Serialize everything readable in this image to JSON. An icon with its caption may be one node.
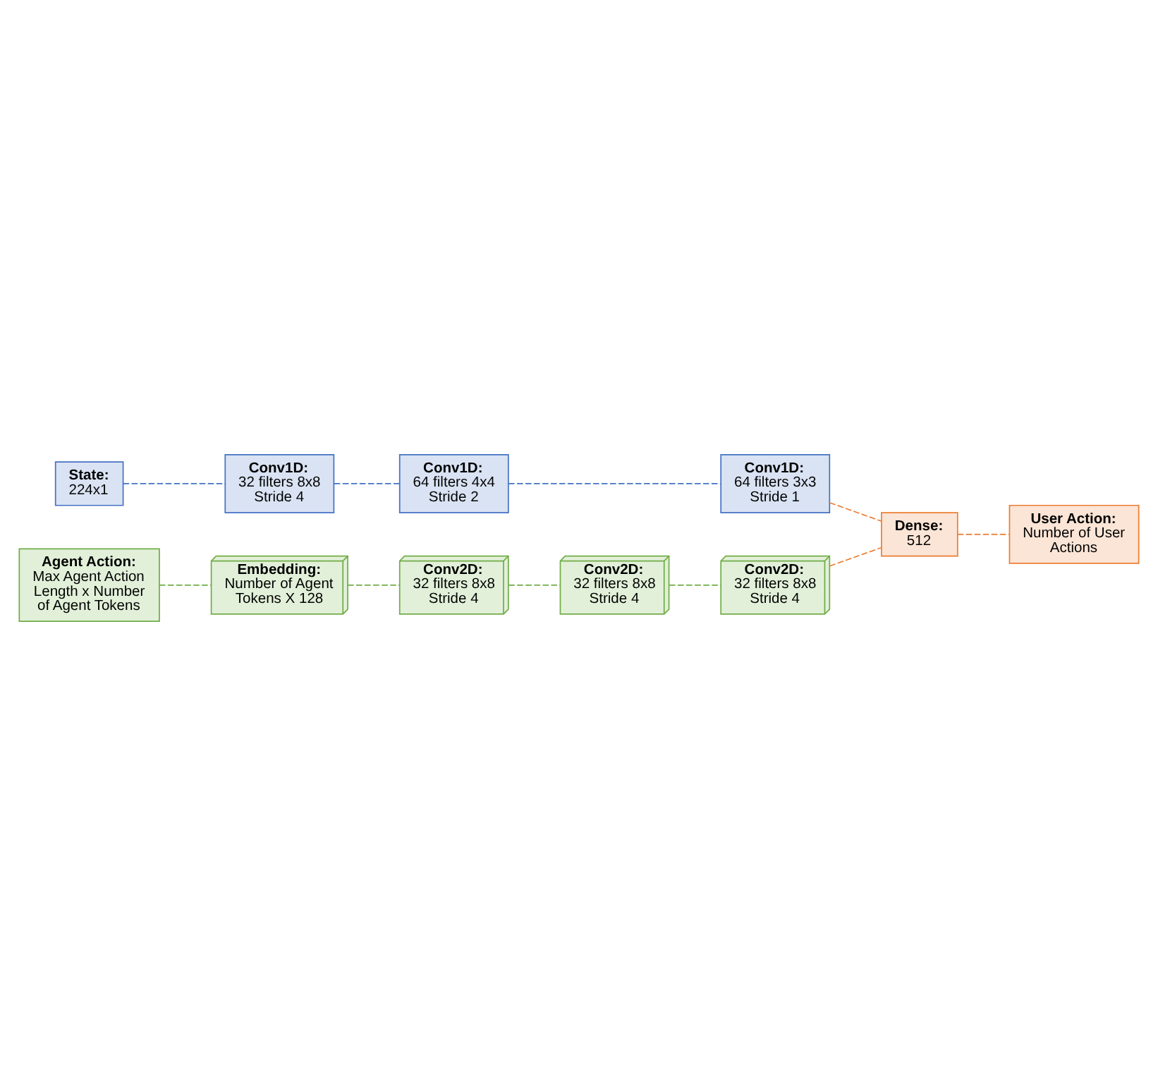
{
  "diagram": {
    "nodes": [
      {
        "text": [
          "State:",
          "224x1"
        ]
      },
      {
        "text": [
          "Conv1D:",
          "32 filters 8x8 Stride 4"
        ]
      },
      {
        "text": [
          "Conv1D:",
          "64 filters 4x4 Stride 2"
        ]
      },
      {
        "text": [
          "Conv1D:",
          "64 filters 3x3 Stride 1"
        ]
      },
      {
        "text": [
          "Dense:",
          "512"
        ]
      },
      {
        "text": [
          "User Action:",
          "Number of User Actions"
        ]
      },
      {
        "text": [
          "Agent Action:",
          "Max Agent Action Length x Number of Agent Tokens"
        ]
      },
      {
        "text": [
          "Embedding:",
          "Number of Agent Tokens X 128"
        ]
      },
      {
        "text": [
          "Conv2D:",
          "32 filters 8x8 Stride 4"
        ]
      },
      {
        "text": [
          "Conv2D:",
          "32 filters 8x8 Stride 4"
        ]
      },
      {
        "text": [
          "Conv2D:",
          "32 filters 8x8 Stride 4"
        ]
      }
    ],
    "edges": [
      {
        "from": 0,
        "to": 1,
        "arrow": "none",
        "style": "dashed",
        "color": "#4472c4"
      },
      {
        "from": 1,
        "to": 2,
        "arrow": "none",
        "style": "dashed",
        "color": "#4472c4"
      },
      {
        "from": 2,
        "to": 3,
        "arrow": "none",
        "style": "dashed",
        "color": "#4472c4"
      },
      {
        "from": 3,
        "to": 4,
        "arrow": "none",
        "style": "dashed",
        "color": "#ed7d31"
      },
      {
        "from": 4,
        "to": 5,
        "arrow": "none",
        "style": "dashed",
        "color": "#ed7d31"
      },
      {
        "from": 6,
        "to": 7,
        "arrow": "none",
        "style": "dashed"
      },
      {
        "from": 7,
        "to": 8,
        "arrow": "none",
        "style": "dashed"
      },
      {
        "from": 8,
        "to": 9,
        "arrow": "none",
        "style": "dashed"
      },
      {
        "from": 9,
        "to": 10,
        "arrow": "none",
        "style": "dashed"
      },
      {
        "from": 10,
        "to": 4,
        "arrow": "none",
        "style": "dashed",
        "color": "#ed7d31"
      }
    ]
  }
}
